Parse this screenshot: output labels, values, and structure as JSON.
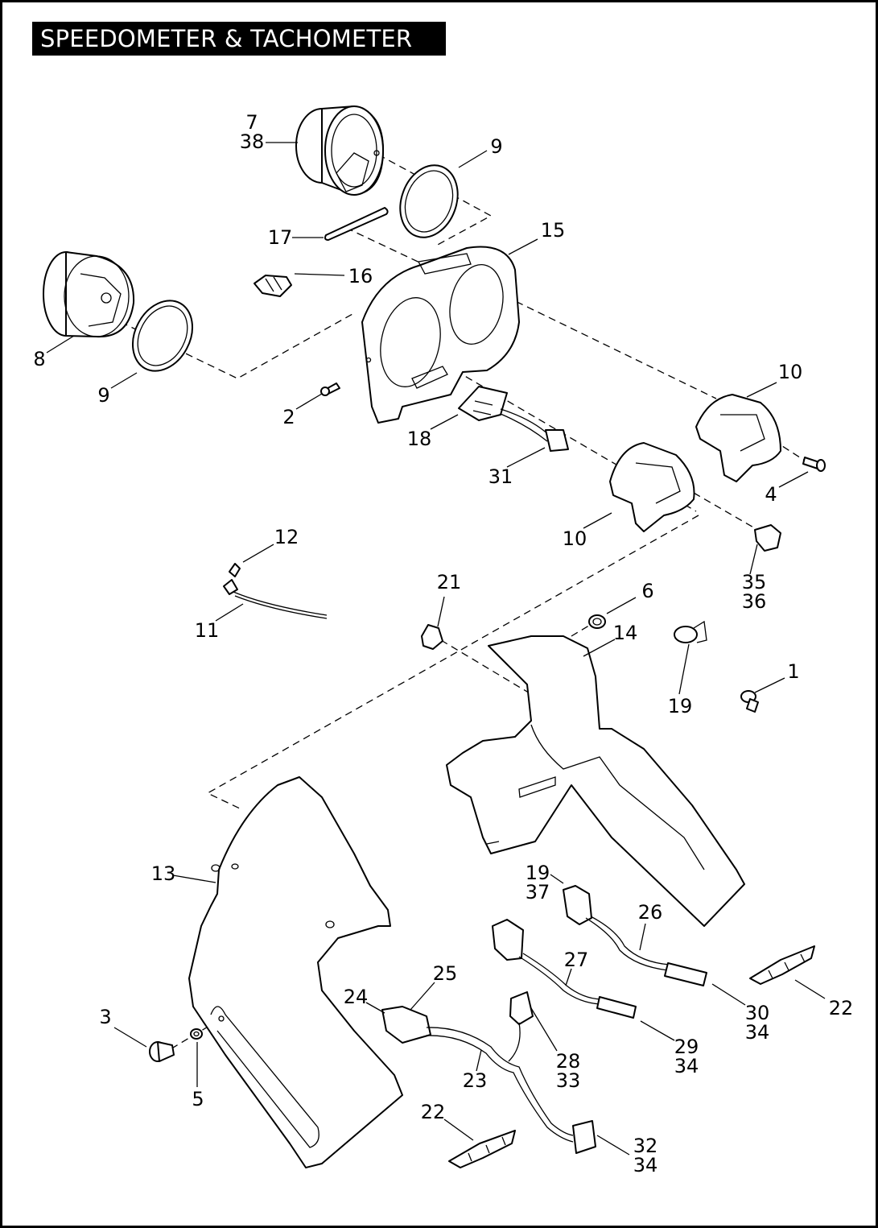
{
  "title": "SPEEDOMETER & TACHOMETER",
  "callouts": [
    {
      "id": "c-7-38",
      "lines": [
        "7",
        "38"
      ]
    },
    {
      "id": "c-9-top",
      "lines": [
        "9"
      ]
    },
    {
      "id": "c-17",
      "lines": [
        "17"
      ]
    },
    {
      "id": "c-15",
      "lines": [
        "15"
      ]
    },
    {
      "id": "c-16",
      "lines": [
        "16"
      ]
    },
    {
      "id": "c-8",
      "lines": [
        "8"
      ]
    },
    {
      "id": "c-9-left",
      "lines": [
        "9"
      ]
    },
    {
      "id": "c-2",
      "lines": [
        "2"
      ]
    },
    {
      "id": "c-18",
      "lines": [
        "18"
      ]
    },
    {
      "id": "c-10-right",
      "lines": [
        "10"
      ]
    },
    {
      "id": "c-31",
      "lines": [
        "31"
      ]
    },
    {
      "id": "c-4",
      "lines": [
        "4"
      ]
    },
    {
      "id": "c-10-mid",
      "lines": [
        "10"
      ]
    },
    {
      "id": "c-12",
      "lines": [
        "12"
      ]
    },
    {
      "id": "c-35-36",
      "lines": [
        "35",
        "36"
      ]
    },
    {
      "id": "c-11",
      "lines": [
        "11"
      ]
    },
    {
      "id": "c-21",
      "lines": [
        "21"
      ]
    },
    {
      "id": "c-6",
      "lines": [
        "6"
      ]
    },
    {
      "id": "c-14",
      "lines": [
        "14"
      ]
    },
    {
      "id": "c-1",
      "lines": [
        "1"
      ]
    },
    {
      "id": "c-19",
      "lines": [
        "19"
      ]
    },
    {
      "id": "c-13",
      "lines": [
        "13"
      ]
    },
    {
      "id": "c-19-37",
      "lines": [
        "19",
        "37"
      ]
    },
    {
      "id": "c-26",
      "lines": [
        "26"
      ]
    },
    {
      "id": "c-27",
      "lines": [
        "27"
      ]
    },
    {
      "id": "c-25",
      "lines": [
        "25"
      ]
    },
    {
      "id": "c-24",
      "lines": [
        "24"
      ]
    },
    {
      "id": "c-30-34",
      "lines": [
        "30",
        "34"
      ]
    },
    {
      "id": "c-22-right",
      "lines": [
        "22"
      ]
    },
    {
      "id": "c-3",
      "lines": [
        "3"
      ]
    },
    {
      "id": "c-29-34",
      "lines": [
        "29",
        "34"
      ]
    },
    {
      "id": "c-28-33",
      "lines": [
        "28",
        "33"
      ]
    },
    {
      "id": "c-23",
      "lines": [
        "23"
      ]
    },
    {
      "id": "c-5",
      "lines": [
        "5"
      ]
    },
    {
      "id": "c-22-bottom",
      "lines": [
        "22"
      ]
    },
    {
      "id": "c-32-34",
      "lines": [
        "32",
        "34"
      ]
    }
  ]
}
